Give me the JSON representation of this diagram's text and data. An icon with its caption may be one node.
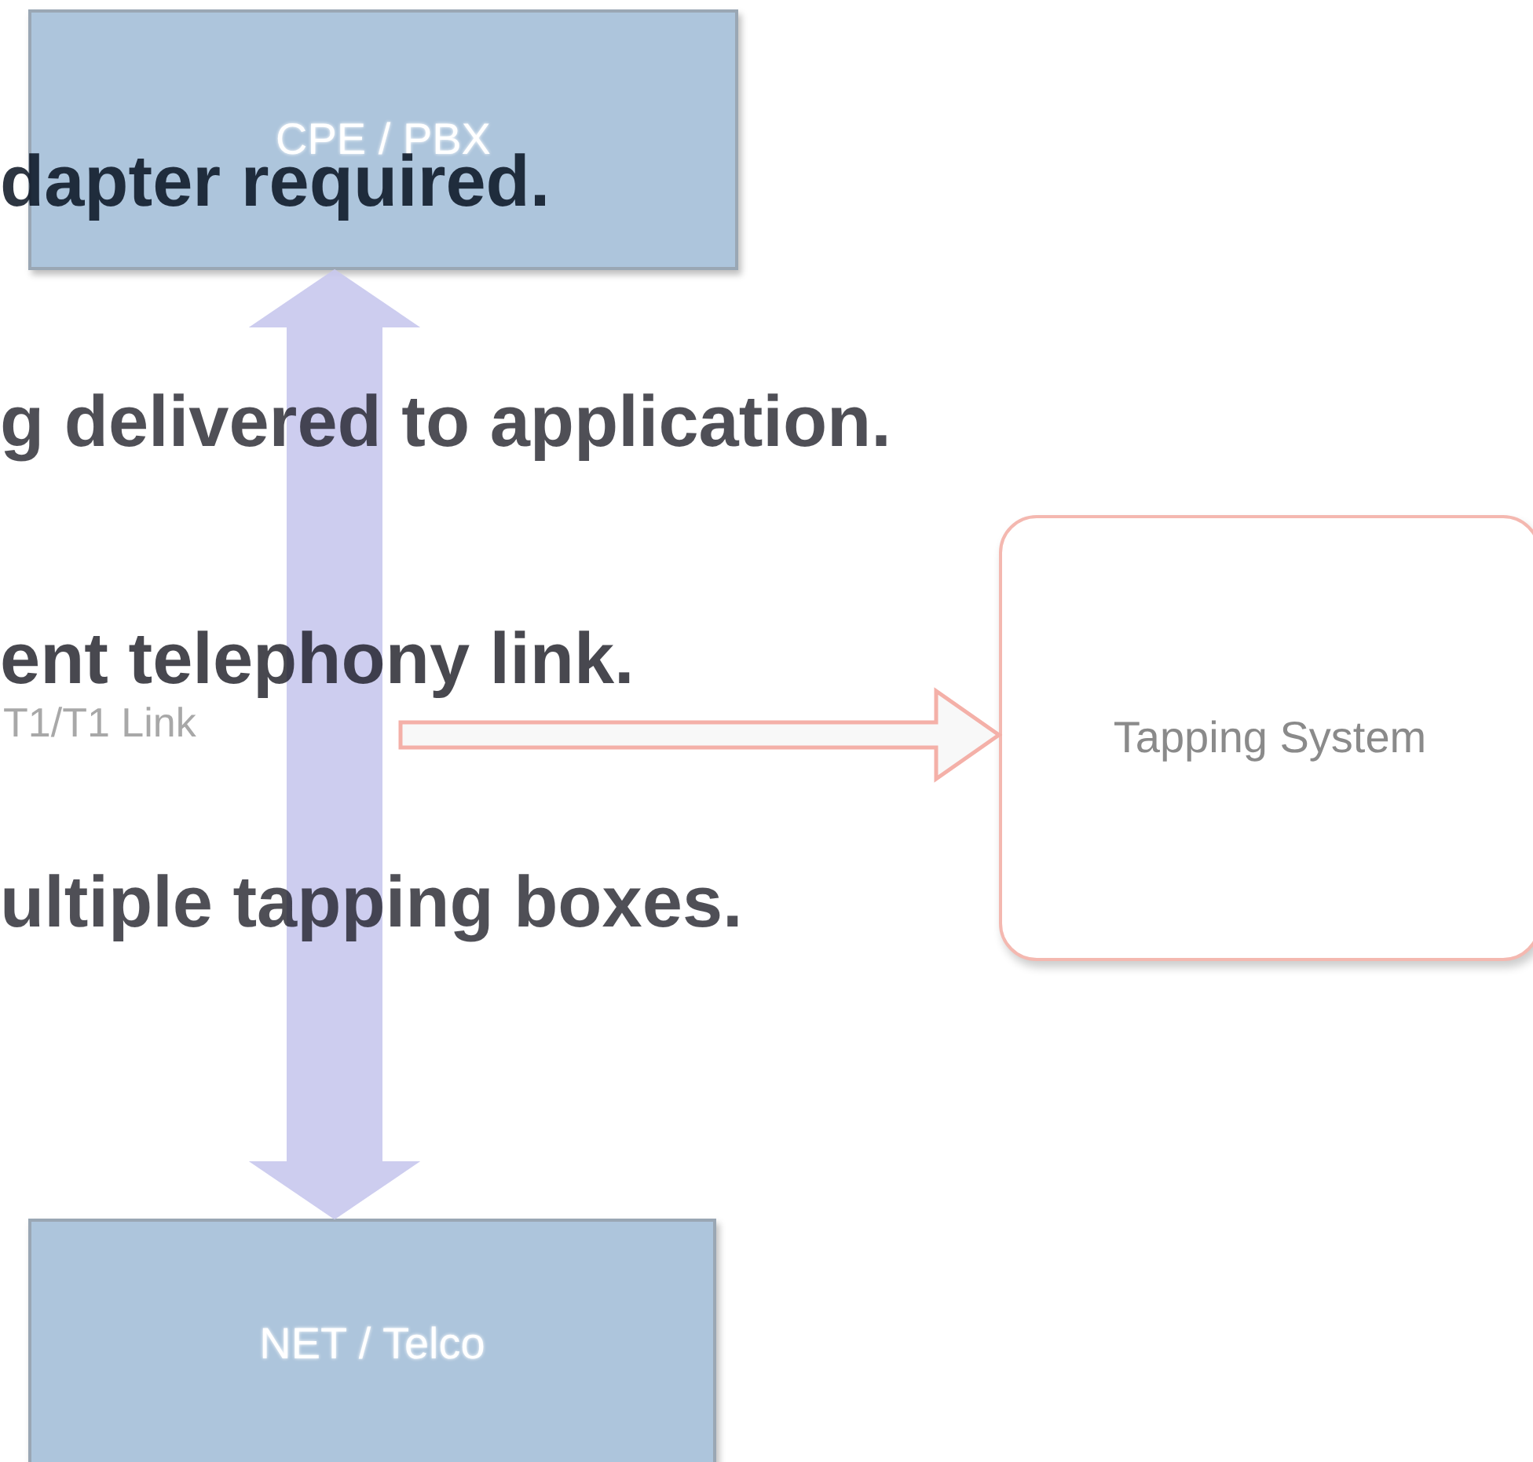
{
  "diagram": {
    "nodes": [
      {
        "text": [
          "CPE / PBX"
        ]
      },
      {
        "text": [
          "NET / Telco"
        ]
      },
      {
        "text": [
          "Tapping System"
        ]
      }
    ],
    "edges": [
      {
        "from": 0,
        "to": 1,
        "arrow": "both",
        "style": "thick",
        "color": "#c8c8ee"
      },
      {
        "from": null,
        "to": 2,
        "arrow": "to",
        "color": "#f4b0a8"
      }
    ],
    "labels": [
      "dapter required.",
      "g delivered to application.",
      "ent telephony link.",
      "ultiple tapping boxes.",
      "T1/T1 Link"
    ]
  }
}
